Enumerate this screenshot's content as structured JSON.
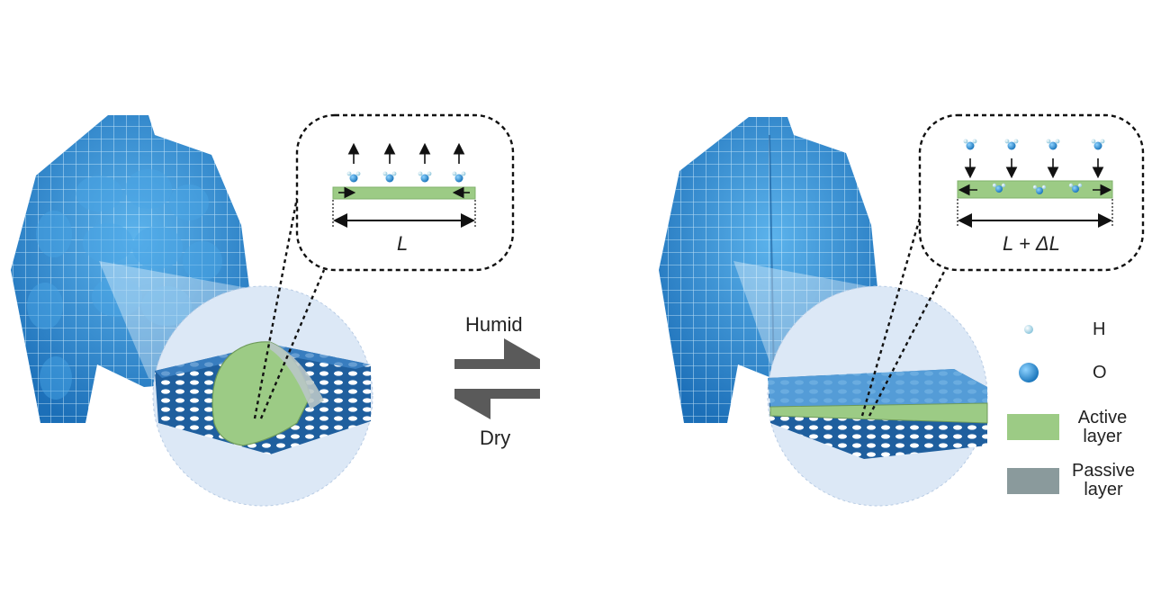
{
  "states": {
    "dry": {
      "length_label_var": "L",
      "length_label_full": "L"
    },
    "humid": {
      "length_label_var": "L",
      "length_label_full": "L + ΔL"
    }
  },
  "transition": {
    "humid_label": "Humid",
    "dry_label": "Dry"
  },
  "legend": {
    "items": [
      {
        "key": "h",
        "label": "H"
      },
      {
        "key": "o",
        "label": "O"
      },
      {
        "key": "active",
        "label": "Active layer"
      },
      {
        "key": "passive",
        "label": "Passive layer"
      }
    ]
  },
  "colors": {
    "jacket": "#2f86cf",
    "jacket_light": "#6fc0ee",
    "active_layer": "#9ccb85",
    "passive_layer": "#8a9a9c",
    "zoom_circle": "#dce8f6",
    "arrow_gray": "#5a5a5a",
    "oxygen": "#2a8fd0",
    "hydrogen": "#a8d6e8"
  }
}
